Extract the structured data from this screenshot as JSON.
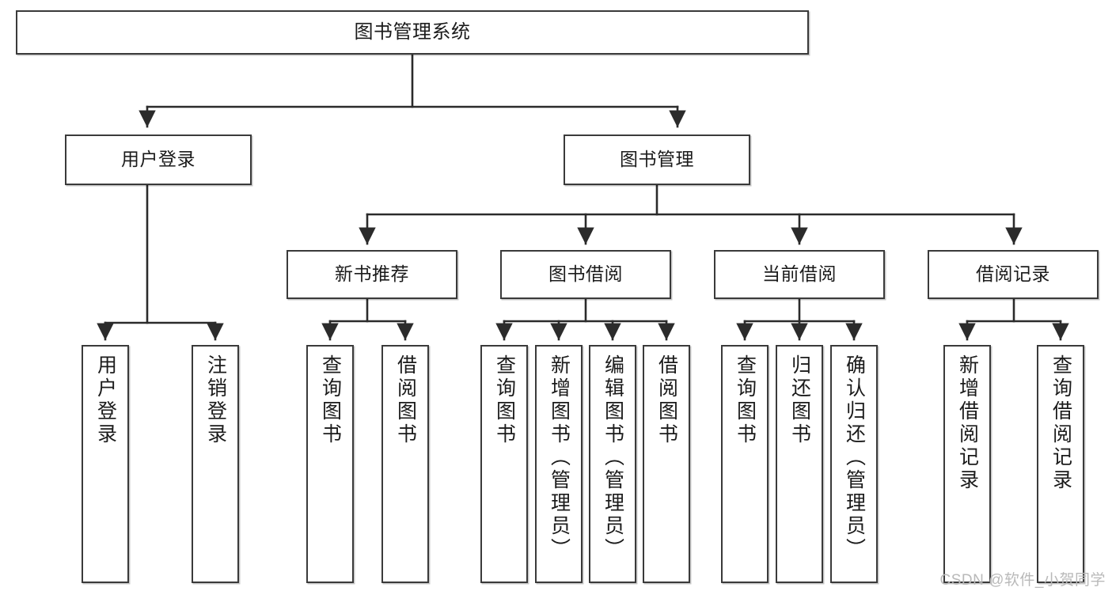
{
  "diagram": {
    "type": "tree-hierarchy-flowchart",
    "title": "图书管理系统",
    "orientation": "top-down",
    "colors": {
      "box_border": "#3a3a3a",
      "box_fill": "#ffffff",
      "connector": "#2b2b2b",
      "text": "#1b1b1b",
      "watermark": "#b9b9b9"
    },
    "nodes": {
      "root": {
        "label": "图书管理系统",
        "level": 1
      },
      "level2": [
        {
          "id": "user-login",
          "label": "用户登录",
          "level": 2
        },
        {
          "id": "book-management",
          "label": "图书管理",
          "level": 2
        }
      ],
      "level3": [
        {
          "id": "new-book-recommend",
          "label": "新书推荐",
          "level": 3,
          "parent": "book-management"
        },
        {
          "id": "book-borrow",
          "label": "图书借阅",
          "level": 3,
          "parent": "book-management"
        },
        {
          "id": "current-borrow",
          "label": "当前借阅",
          "level": 3,
          "parent": "book-management"
        },
        {
          "id": "borrow-record",
          "label": "借阅记录",
          "level": 3,
          "parent": "book-management"
        }
      ],
      "leaves": [
        {
          "id": "leaf-user-login",
          "label": "用户登录",
          "parent": "user-login"
        },
        {
          "id": "leaf-logout-login",
          "label": "注销登录",
          "parent": "user-login"
        },
        {
          "id": "leaf-query-book-1",
          "label": "查询图书",
          "parent": "new-book-recommend"
        },
        {
          "id": "leaf-borrow-book-1",
          "label": "借阅图书",
          "parent": "new-book-recommend"
        },
        {
          "id": "leaf-query-book-2",
          "label": "查询图书",
          "parent": "book-borrow"
        },
        {
          "id": "leaf-add-book-admin",
          "label": "新增图书（管理员）",
          "parent": "book-borrow"
        },
        {
          "id": "leaf-edit-book-admin",
          "label": "编辑图书（管理员）",
          "parent": "book-borrow"
        },
        {
          "id": "leaf-borrow-book-2",
          "label": "借阅图书",
          "parent": "book-borrow"
        },
        {
          "id": "leaf-query-book-3",
          "label": "查询图书",
          "parent": "current-borrow"
        },
        {
          "id": "leaf-return-book",
          "label": "归还图书",
          "parent": "current-borrow"
        },
        {
          "id": "leaf-confirm-return-admin",
          "label": "确认归还（管理员）",
          "parent": "current-borrow"
        },
        {
          "id": "leaf-add-borrow-record",
          "label": "新增借阅记录",
          "parent": "borrow-record"
        },
        {
          "id": "leaf-query-borrow-record",
          "label": "查询借阅记录",
          "parent": "borrow-record"
        }
      ]
    },
    "watermark": "CSDN @软件_小贺同学"
  }
}
